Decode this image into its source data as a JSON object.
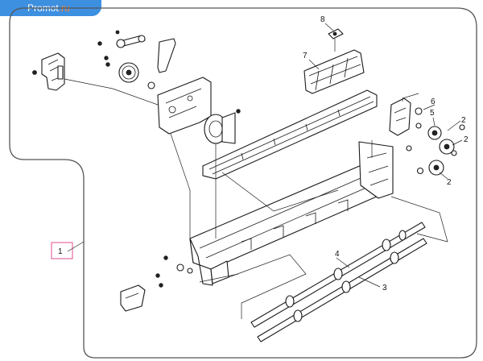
{
  "watermark": {
    "brand": "Promot",
    "tld": ".ru",
    "color": "#3d8fe0",
    "accent": "#ff7f2a"
  },
  "callouts": {
    "assembly": "1",
    "gear_right": "2",
    "gear_lower": "2",
    "roller_front": "3",
    "roller_back": "4",
    "gear_small": "5",
    "spring": "6",
    "guide": "7",
    "screw_top": "8"
  },
  "colors": {
    "line": "#1a1a1a",
    "highlight_box": "#e76aa0",
    "frame": "#555555"
  }
}
